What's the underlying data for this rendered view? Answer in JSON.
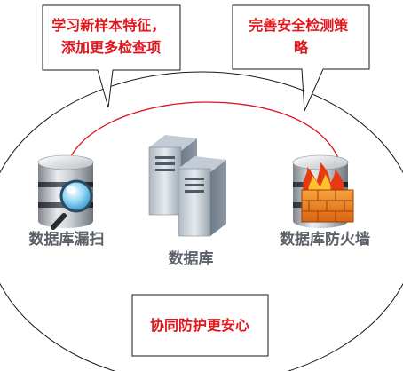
{
  "callouts": {
    "left": [
      "学习新样本特征，",
      "添加更多检查项"
    ],
    "right": [
      "完善安全检测策",
      "略"
    ],
    "bottom": "协同防护更安心"
  },
  "nodes": {
    "scanner": {
      "label": "数据库漏扫",
      "icon": "database-magnifier-icon"
    },
    "database": {
      "label": "数据库",
      "icon": "server-towers-icon"
    },
    "firewall": {
      "label": "数据库防火墙",
      "icon": "database-firewall-icon"
    }
  },
  "colors": {
    "accent": "#e0161d",
    "outline": "#1a1a1a",
    "link": "#d9161d",
    "label": "#5b6169"
  }
}
